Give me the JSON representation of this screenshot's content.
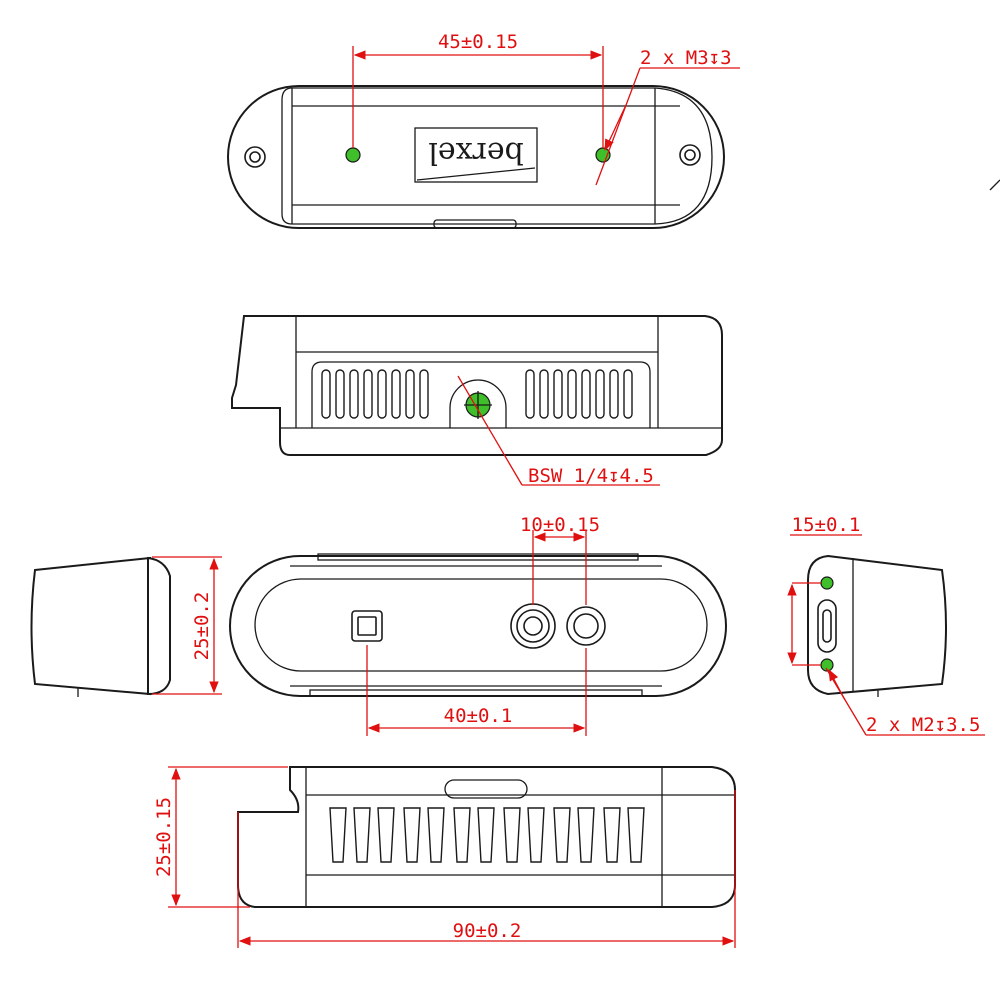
{
  "title": "",
  "dimensions": {
    "top_hole_spacing": "45±0.15",
    "top_holes": "2 x M3↧3",
    "tripod_mount": "BSW 1/4↧4.5",
    "front_port_offset": "10±0.15",
    "front_port_spacing": "40±0.1",
    "end_height": "25±0.2",
    "side_offset": "15±0.1",
    "side_holes": "2 x M2↧3.5",
    "side_height": "25±0.15",
    "total_length": "90±0.2"
  },
  "logo": "berxel",
  "colors": {
    "dimension": "#e01010",
    "hole_marker": "#3fbf2a",
    "outline": "#1a1a1a"
  }
}
